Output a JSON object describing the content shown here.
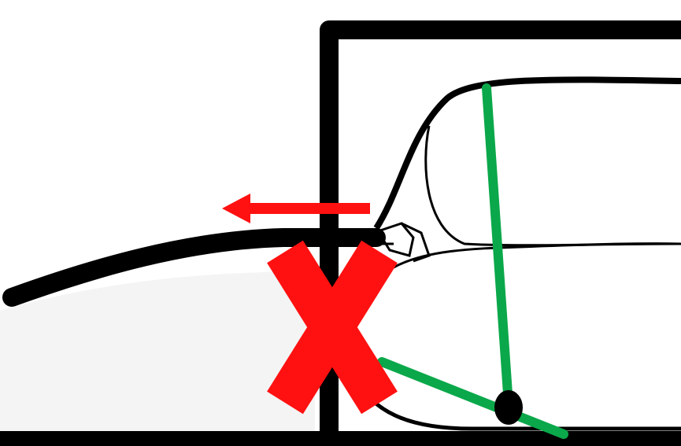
{
  "image": {
    "elements": [
      {
        "name": "cable-line",
        "color": "#000000"
      },
      {
        "name": "wall-frame",
        "color": "#000000"
      },
      {
        "name": "pull-direction-arrow",
        "color": "#ff1111"
      },
      {
        "name": "forbidden-x-mark",
        "color": "#ff1111"
      },
      {
        "name": "support-lines",
        "color": "#0aa84a"
      },
      {
        "name": "pivot-point",
        "color": "#000000"
      }
    ]
  }
}
